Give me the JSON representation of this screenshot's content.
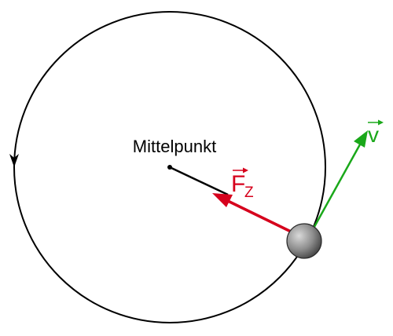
{
  "labels": {
    "center": "Mittelpunkt",
    "force_letter": "F",
    "force_subscript": "Z",
    "velocity_letter": "v"
  },
  "colors": {
    "circle": "#000000",
    "force": "#d6001c",
    "velocity": "#1aa81a",
    "ball_light": "#d9d9d9",
    "ball_dark": "#3a3a3a"
  }
}
